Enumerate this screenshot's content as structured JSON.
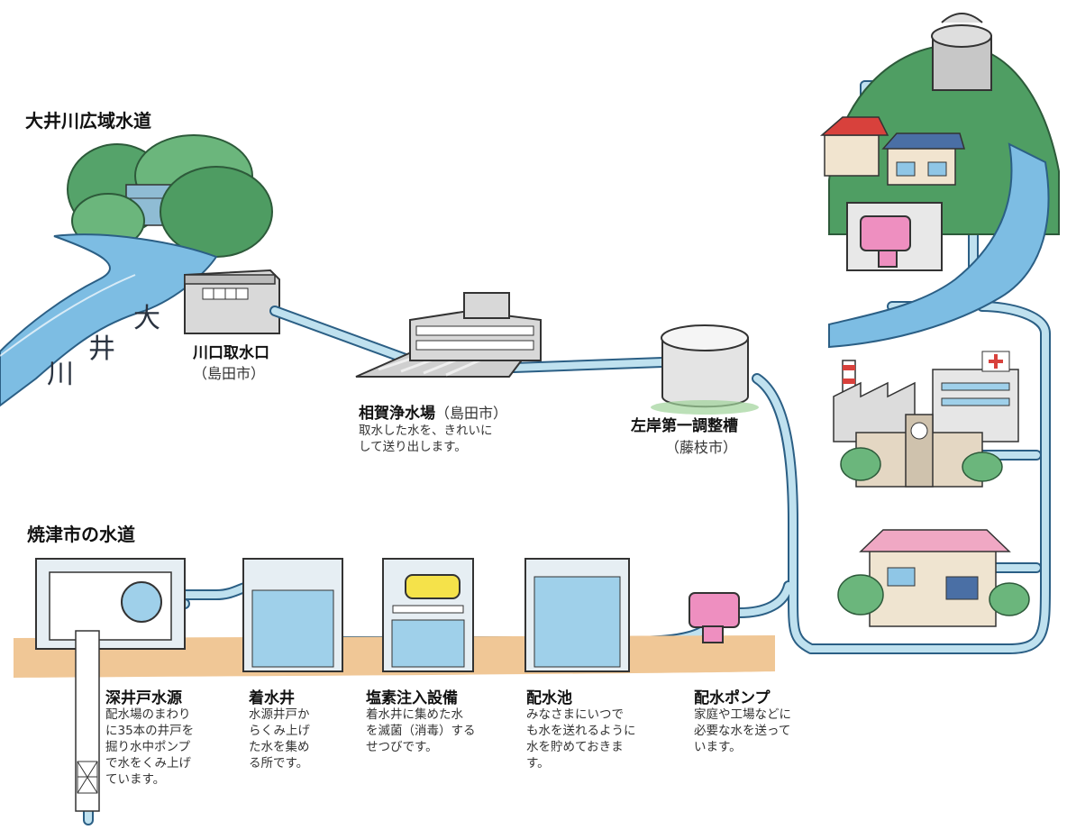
{
  "sections": {
    "oigawa": "大井川広域水道",
    "yaizu": "焼津市の水道"
  },
  "river_label": {
    "c1": "大",
    "c2": "井",
    "c3": "川"
  },
  "intake": {
    "name": "川口取水口",
    "location": "（島田市）"
  },
  "purification": {
    "name": "相賀浄水場",
    "location": "（島田市）",
    "desc_1": "取水した水を、きれいに",
    "desc_2": "して送り出します。"
  },
  "regulating": {
    "name": "左岸第一調整槽",
    "location": "（藤枝市）"
  },
  "deepwell": {
    "name": "深井戸水源",
    "desc": [
      "配水場のまわり",
      "に35本の井戸を",
      "掘り水中ポンプ",
      "で水をくみ上げ",
      "ています。"
    ]
  },
  "receiving": {
    "name": "着水井",
    "desc": [
      "水源井戸か",
      "らくみ上げ",
      "た水を集め",
      "る所です。"
    ]
  },
  "chlorine": {
    "name": "塩素注入設備",
    "desc": [
      "着水井に集めた水",
      "を滅菌（消毒）する",
      "せつびです。"
    ]
  },
  "reservoir": {
    "name": "配水池",
    "desc": [
      "みなさまにいつで",
      "も水を送れるように",
      "水を貯めておきま",
      "す。"
    ]
  },
  "pump": {
    "name": "配水ポンプ",
    "desc": [
      "家庭や工場などに",
      "必要な水を送って",
      "います。"
    ]
  },
  "colors": {
    "pipe": "#bfe1ef",
    "water": "#6fb2dd",
    "hill": "#5aa56b",
    "soil": "#f0c796",
    "tank_pink": "#ee8fc0",
    "ink": "#222222"
  }
}
